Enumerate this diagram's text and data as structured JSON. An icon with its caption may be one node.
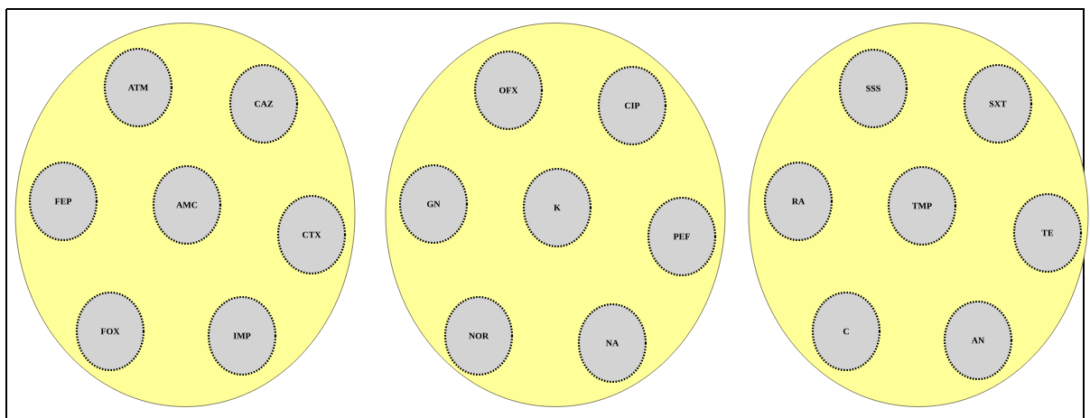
{
  "diagram": {
    "nodes": [
      {
        "text": [],
        "shape": "circle"
      },
      {
        "text": [
          "ATM"
        ],
        "in": 0
      },
      {
        "text": [
          "CAZ"
        ],
        "in": 0
      },
      {
        "text": [
          "FEP"
        ],
        "in": 0
      },
      {
        "text": [
          "AMC"
        ],
        "in": 0
      },
      {
        "text": [
          "CTX"
        ],
        "in": 0
      },
      {
        "text": [
          "FOX"
        ],
        "in": 0
      },
      {
        "text": [
          "IMP"
        ],
        "in": 0
      },
      {
        "text": [],
        "shape": "circle"
      },
      {
        "text": [
          "OFX"
        ],
        "in": 8
      },
      {
        "text": [
          "CIP"
        ],
        "in": 8
      },
      {
        "text": [
          "GN"
        ],
        "in": 8
      },
      {
        "text": [
          "K"
        ],
        "in": 8
      },
      {
        "text": [
          "PEF"
        ],
        "in": 8
      },
      {
        "text": [
          "NOR"
        ],
        "in": 8
      },
      {
        "text": [
          "NA"
        ],
        "in": 8
      },
      {
        "text": [],
        "shape": "circle"
      },
      {
        "text": [
          "SSS"
        ],
        "in": 16
      },
      {
        "text": [
          "SXT"
        ],
        "in": 16
      },
      {
        "text": [
          "RA"
        ],
        "in": 16
      },
      {
        "text": [
          "TMP"
        ],
        "in": 16
      },
      {
        "text": [
          "TE"
        ],
        "in": 16
      },
      {
        "text": [
          "C"
        ],
        "in": 16
      },
      {
        "text": [
          "AN"
        ],
        "in": 16
      }
    ]
  }
}
